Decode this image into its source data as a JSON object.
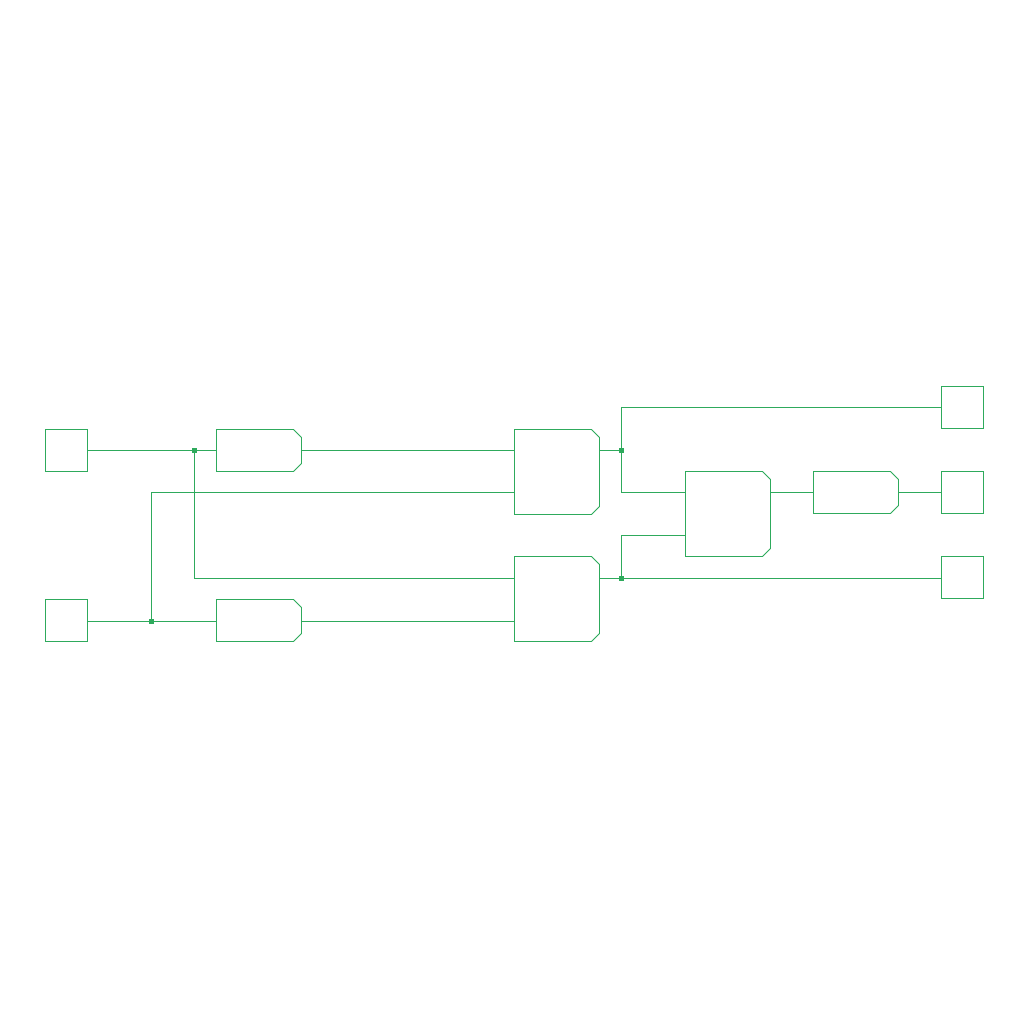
{
  "colors": {
    "stroke": "#2eaa5c",
    "junction": "#2eaa5c",
    "background": "#ffffff"
  },
  "diagram": {
    "type": "logic-circuit-schematic",
    "inputs": [
      {
        "id": "input-1"
      },
      {
        "id": "input-2"
      }
    ],
    "outputs": [
      {
        "id": "output-1"
      },
      {
        "id": "output-2"
      },
      {
        "id": "output-3"
      }
    ],
    "gates": [
      {
        "id": "buffer-1",
        "kind": "buffer"
      },
      {
        "id": "buffer-2",
        "kind": "buffer"
      },
      {
        "id": "gate-1",
        "kind": "two-input-gate"
      },
      {
        "id": "gate-2",
        "kind": "two-input-gate"
      },
      {
        "id": "gate-3",
        "kind": "two-input-gate"
      },
      {
        "id": "buffer-3",
        "kind": "buffer"
      }
    ],
    "connections": [
      {
        "from": "input-1",
        "to": "buffer-1"
      },
      {
        "from": "input-1",
        "to": "gate-2"
      },
      {
        "from": "input-2",
        "to": "buffer-2"
      },
      {
        "from": "input-2",
        "to": "gate-1"
      },
      {
        "from": "buffer-1",
        "to": "gate-1"
      },
      {
        "from": "buffer-2",
        "to": "gate-2"
      },
      {
        "from": "gate-1",
        "to": "output-1"
      },
      {
        "from": "gate-1",
        "to": "gate-3"
      },
      {
        "from": "gate-2",
        "to": "gate-3"
      },
      {
        "from": "gate-2",
        "to": "output-3"
      },
      {
        "from": "gate-3",
        "to": "buffer-3"
      },
      {
        "from": "buffer-3",
        "to": "output-2"
      }
    ]
  }
}
